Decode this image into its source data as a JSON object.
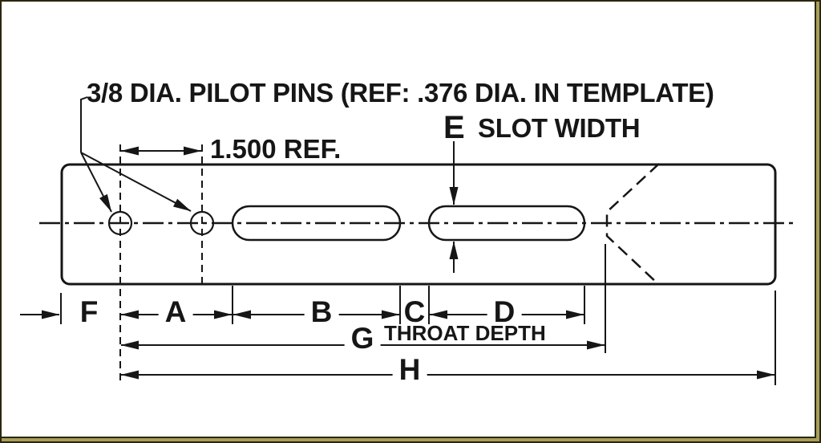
{
  "colors": {
    "line": "#161616",
    "background": "#ffffff",
    "frame_dark": "#2b2610",
    "frame_khaki": "#a89e58"
  },
  "annotations": {
    "pilot_pins_note": "3/8 DIA. PILOT PINS (REF: .376 DIA. IN TEMPLATE)",
    "pin_spacing_ref": "1.500 REF.",
    "slot_width_letter": "E",
    "slot_width_label": "SLOT WIDTH",
    "throat_depth_label": "THROAT DEPTH"
  },
  "dimension_letters": {
    "F": "F",
    "A": "A",
    "B": "B",
    "C": "C",
    "D": "D",
    "G": "G",
    "H": "H"
  }
}
